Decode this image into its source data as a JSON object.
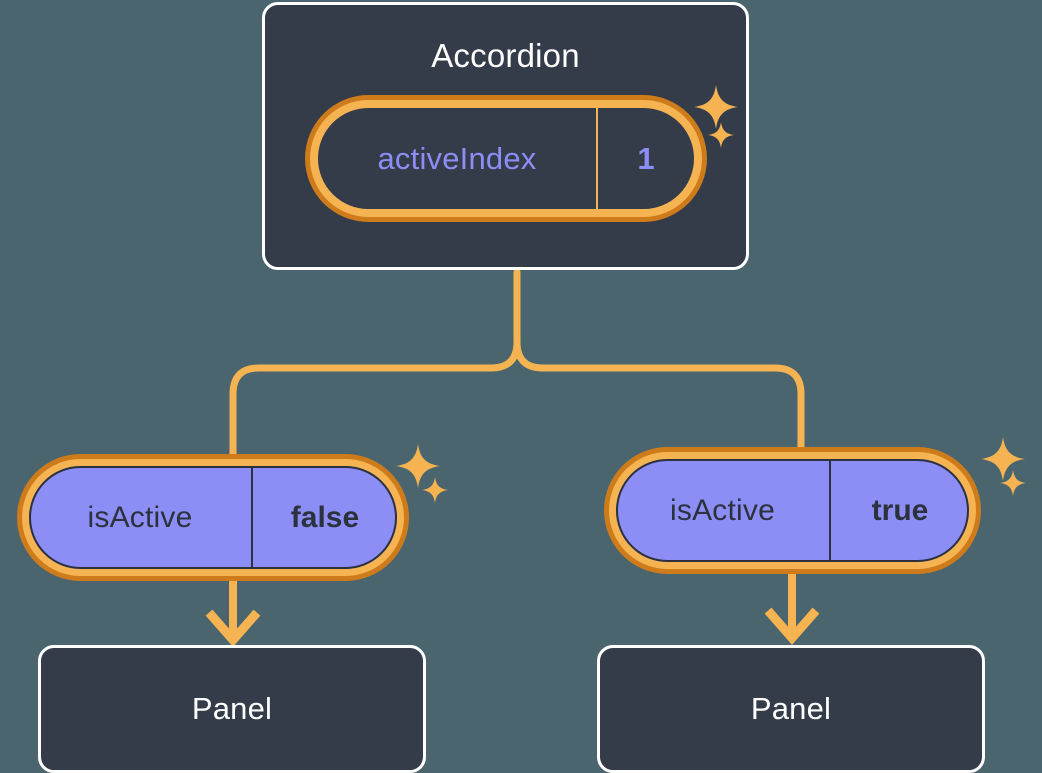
{
  "theme": {
    "background": "#4B656F",
    "card_background": "#343B49",
    "card_border": "#FFFFFF",
    "accent_orange_light": "#F5B451",
    "accent_orange_dark": "#CE7C1B",
    "accent_purple": "#8C8EF5",
    "text_dark": "#2B323E",
    "text_light": "#FFFFFF"
  },
  "component": {
    "title": "Accordion",
    "state": {
      "key": "activeIndex",
      "value": "1"
    }
  },
  "branches": [
    {
      "prop": {
        "key": "isActive",
        "value": "false"
      },
      "child": {
        "title": "Panel"
      }
    },
    {
      "prop": {
        "key": "isActive",
        "value": "true"
      },
      "child": {
        "title": "Panel"
      }
    }
  ],
  "icons": {
    "sparkle_large": "sparkle-icon",
    "sparkle_small": "sparkle-small-icon",
    "arrow_down": "arrow-down-icon",
    "branch_connector": "branch-connector-icon"
  }
}
